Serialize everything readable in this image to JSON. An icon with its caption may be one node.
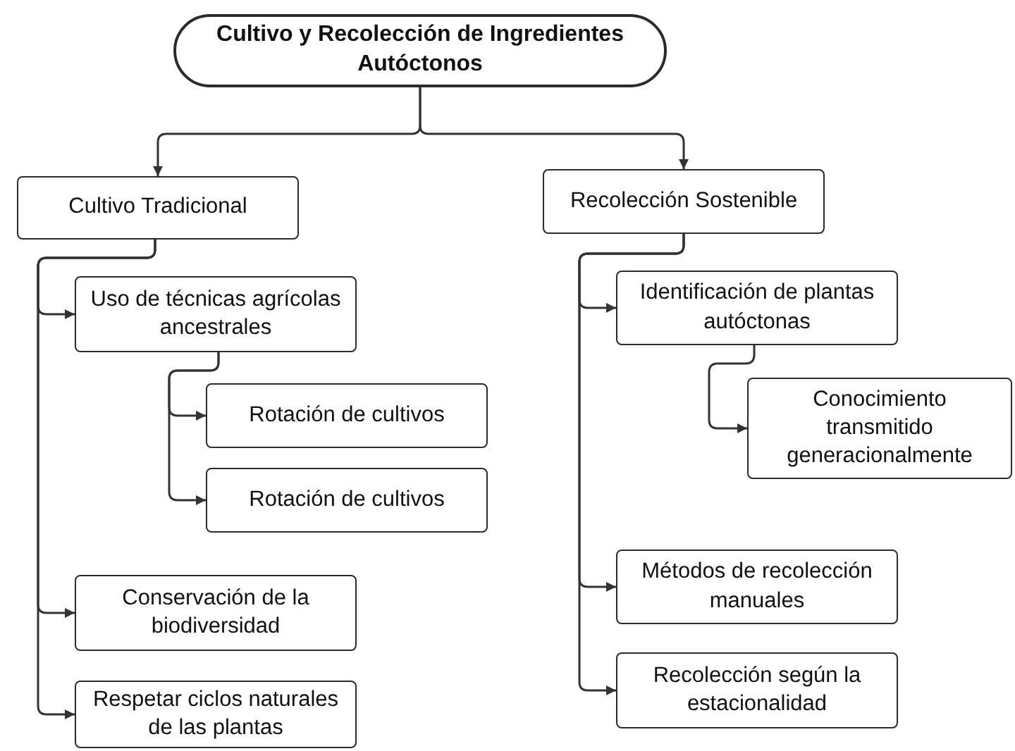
{
  "diagram": {
    "nodes": [
      {
        "text": [
          "Cultivo y Recolección de Ingredientes Autóctonos"
        ]
      },
      {
        "text": [
          "Cultivo Tradicional"
        ]
      },
      {
        "text": [
          "Recolección Sostenible"
        ]
      },
      {
        "text": [
          "Uso de técnicas agrícolas ancestrales"
        ]
      },
      {
        "text": [
          "Rotación de cultivos"
        ]
      },
      {
        "text": [
          "Rotación de cultivos"
        ]
      },
      {
        "text": [
          "Conservación de la biodiversidad"
        ]
      },
      {
        "text": [
          "Respetar ciclos naturales de las plantas"
        ]
      },
      {
        "text": [
          "Identificación de plantas autóctonas"
        ]
      },
      {
        "text": [
          "Conocimiento transmitido generacionalmente"
        ]
      },
      {
        "text": [
          "Métodos de recolección manuales"
        ]
      },
      {
        "text": [
          "Recolección según la estacionalidad"
        ]
      }
    ],
    "edges": [
      {
        "from": 0,
        "to": 1,
        "arrow": "to"
      },
      {
        "from": 0,
        "to": 2,
        "arrow": "to"
      },
      {
        "from": 1,
        "to": 3,
        "arrow": "to"
      },
      {
        "from": 3,
        "to": 4,
        "arrow": "to"
      },
      {
        "from": 3,
        "to": 5,
        "arrow": "to"
      },
      {
        "from": 1,
        "to": 6,
        "arrow": "to"
      },
      {
        "from": 1,
        "to": 7,
        "arrow": "to"
      },
      {
        "from": 2,
        "to": 8,
        "arrow": "to"
      },
      {
        "from": 8,
        "to": 9,
        "arrow": "to"
      },
      {
        "from": 2,
        "to": 10,
        "arrow": "to"
      },
      {
        "from": 2,
        "to": 11,
        "arrow": "to"
      }
    ]
  }
}
